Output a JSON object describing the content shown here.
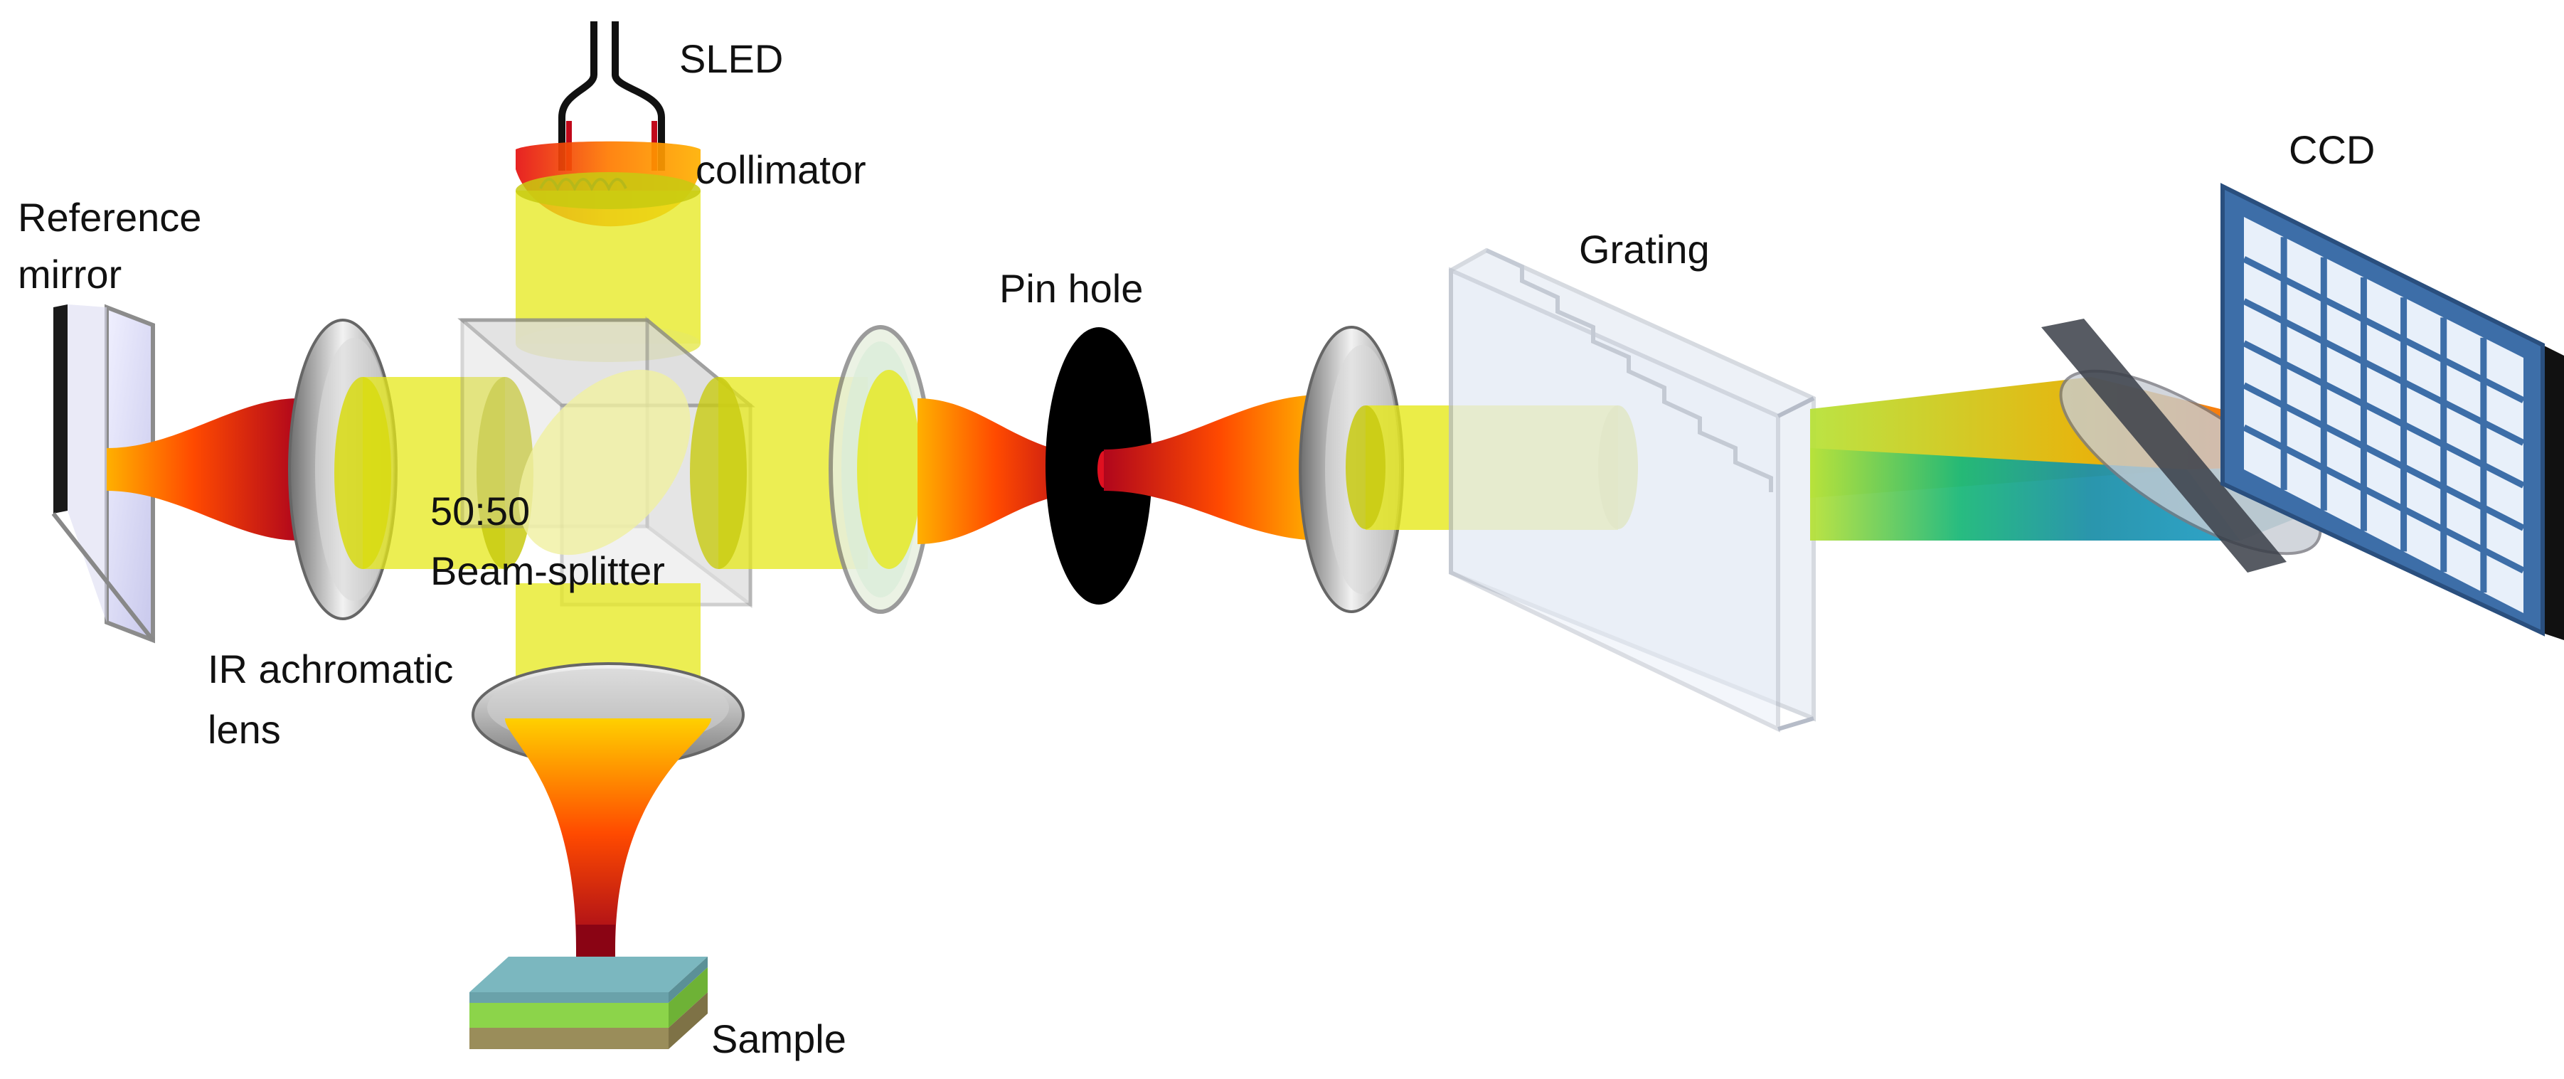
{
  "labels": {
    "sled": "SLED",
    "collimator": "collimator",
    "reference_mirror_line1": "Reference",
    "reference_mirror_line2": "mirror",
    "beam_splitter_line1": "50:50",
    "beam_splitter_line2": "Beam-splitter",
    "ir_lens_line1": "IR achromatic",
    "ir_lens_line2": "lens",
    "pin_hole": "Pin hole",
    "grating": "Grating",
    "ccd": "CCD",
    "sample": "Sample"
  },
  "colors": {
    "beam_yellow": "#e6e81a",
    "hot_orange": "#ff8c00",
    "hot_red": "#c0081a",
    "lens_gray": "#9a9a9a",
    "ccd_blue": "#3d6ea8",
    "sample_teal": "#6fb0b8",
    "sample_green": "#8cd44a",
    "sample_base": "#9a8d5a"
  }
}
